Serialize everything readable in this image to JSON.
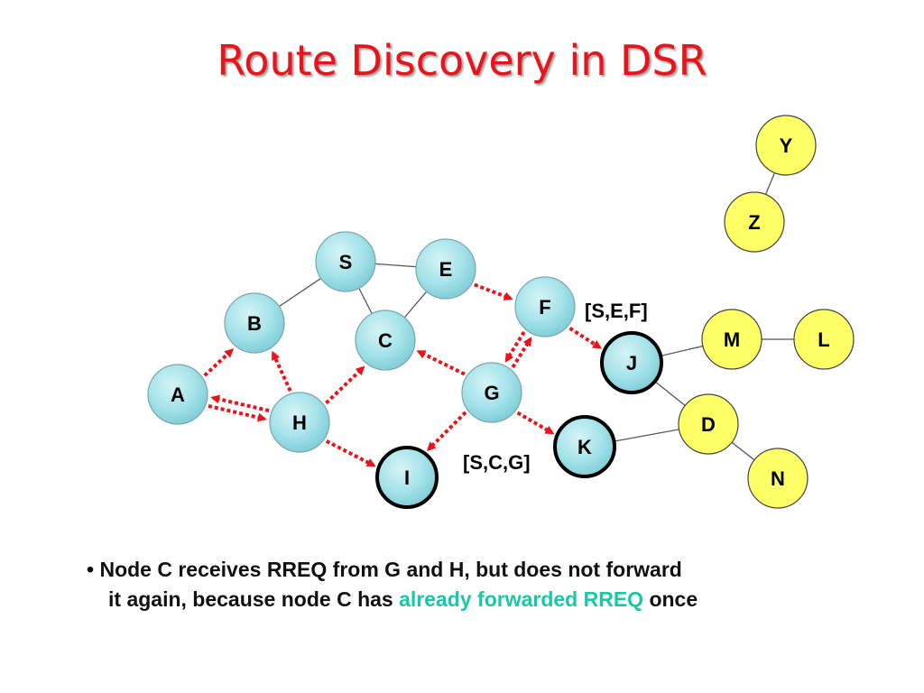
{
  "title": "Route Discovery in DSR",
  "colors": {
    "title": "#e8141b",
    "rreq_arrow": "#e8141b",
    "highlight_text": "#19c9a4",
    "cyan_node": "#a6e3ea",
    "yellow_node": "#ffff66"
  },
  "nodes": [
    {
      "id": "S",
      "label": "S",
      "style": "cyan"
    },
    {
      "id": "E",
      "label": "E",
      "style": "cyan"
    },
    {
      "id": "F",
      "label": "F",
      "style": "cyan"
    },
    {
      "id": "B",
      "label": "B",
      "style": "cyan"
    },
    {
      "id": "C",
      "label": "C",
      "style": "cyan"
    },
    {
      "id": "A",
      "label": "A",
      "style": "cyan"
    },
    {
      "id": "G",
      "label": "G",
      "style": "cyan"
    },
    {
      "id": "H",
      "label": "H",
      "style": "cyan"
    },
    {
      "id": "I",
      "label": "I",
      "style": "cyan-bold"
    },
    {
      "id": "J",
      "label": "J",
      "style": "cyan-bold"
    },
    {
      "id": "K",
      "label": "K",
      "style": "cyan-bold"
    },
    {
      "id": "Y",
      "label": "Y",
      "style": "yellow"
    },
    {
      "id": "Z",
      "label": "Z",
      "style": "yellow"
    },
    {
      "id": "M",
      "label": "M",
      "style": "yellow"
    },
    {
      "id": "L",
      "label": "L",
      "style": "yellow"
    },
    {
      "id": "D",
      "label": "D",
      "style": "yellow"
    },
    {
      "id": "N",
      "label": "N",
      "style": "yellow"
    }
  ],
  "links": [
    [
      "S",
      "E"
    ],
    [
      "S",
      "B"
    ],
    [
      "S",
      "C"
    ],
    [
      "E",
      "C"
    ],
    [
      "Y",
      "Z"
    ],
    [
      "J",
      "M"
    ],
    [
      "M",
      "L"
    ],
    [
      "J",
      "D"
    ],
    [
      "D",
      "N"
    ],
    [
      "K",
      "D"
    ]
  ],
  "rreq_transmissions": [
    [
      "E",
      "F"
    ],
    [
      "F",
      "G"
    ],
    [
      "G",
      "F"
    ],
    [
      "F",
      "J"
    ],
    [
      "G",
      "C"
    ],
    [
      "G",
      "I"
    ],
    [
      "G",
      "K"
    ],
    [
      "H",
      "A"
    ],
    [
      "A",
      "H"
    ],
    [
      "A",
      "B"
    ],
    [
      "H",
      "B"
    ],
    [
      "H",
      "C"
    ],
    [
      "H",
      "I"
    ]
  ],
  "route_labels": {
    "j": "[S,E,F]",
    "k": "[S,C,G]"
  },
  "caption": {
    "bullet": "•",
    "part1": "Node C receives RREQ from G and H, but does not forward",
    "part2": "it again, because node C has",
    "highlight": "already forwarded RREQ",
    "part3": "once"
  }
}
